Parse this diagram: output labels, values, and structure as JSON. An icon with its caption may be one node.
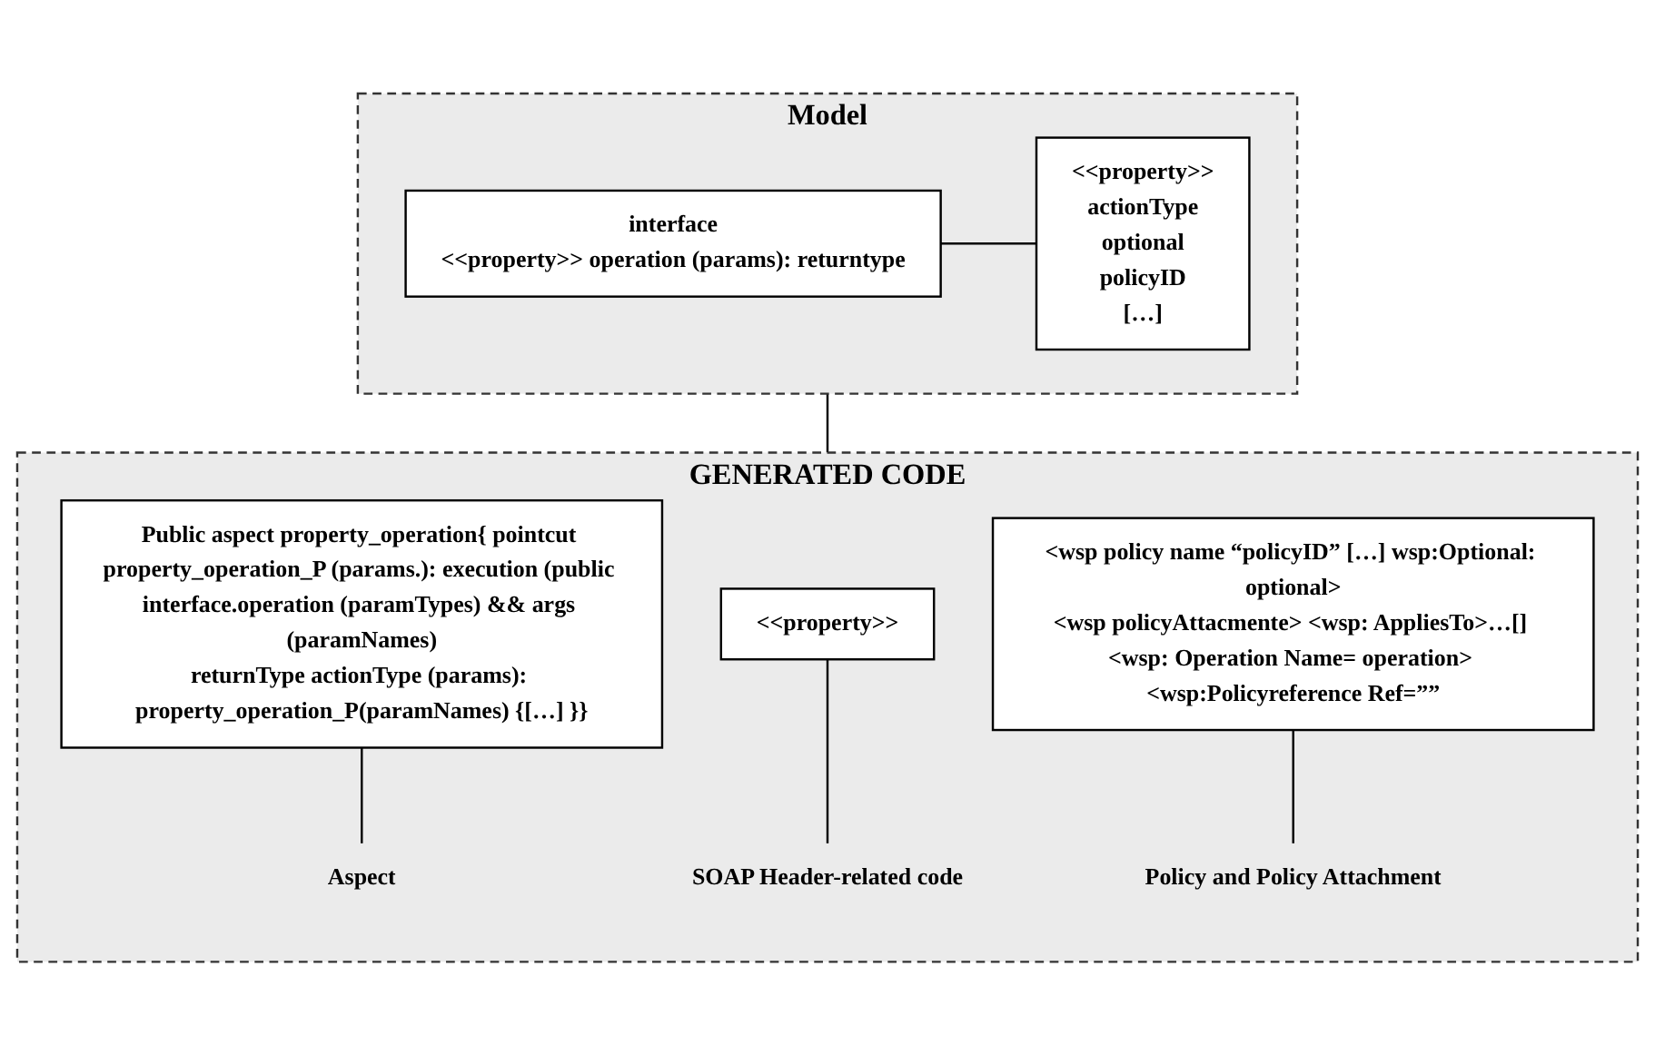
{
  "diagram": {
    "nodes": [
      {
        "text": [
          "Model"
        ]
      },
      {
        "text": [
          "interface",
          "<<property>> operation (params): returntype"
        ],
        "in": 0
      },
      {
        "text": [
          "<<property>>",
          "actionType",
          "optional",
          "policyID",
          "[…]"
        ],
        "in": 0
      },
      {
        "text": [
          "GENERATED CODE"
        ]
      },
      {
        "text": [
          "Public aspect property_operation{ pointcut property_operation_P (params.): execution (public interface.operation (paramTypes) && args (paramNames)",
          "returnType actionType (params): property_operation_P(paramNames) {[…] }}"
        ],
        "in": 3
      },
      {
        "text": [
          "<wsp policy name “policyID” […] wsp:Optional: optional>",
          "<wsp policyAttacmente> <wsp: AppliesTo>…[] <wsp: Operation Name= operation> <wsp:Policyreference Ref=””"
        ],
        "in": 3
      },
      {
        "text": [
          "<<property>>"
        ],
        "in": 3
      },
      {
        "text": [
          "Aspect"
        ],
        "in": 3
      },
      {
        "text": [
          "SOAP Header-related code"
        ],
        "in": 3
      },
      {
        "text": [
          "Policy and Policy Attachment"
        ],
        "in": 3
      }
    ],
    "edges": [
      {
        "from": 1,
        "to": 2,
        "arrow": "none"
      },
      {
        "from": 0,
        "to": 3,
        "arrow": "none"
      },
      {
        "from": 4,
        "to": 7,
        "arrow": "none"
      },
      {
        "from": 6,
        "to": 8,
        "arrow": "none"
      },
      {
        "from": 5,
        "to": 9,
        "arrow": "none"
      }
    ]
  }
}
